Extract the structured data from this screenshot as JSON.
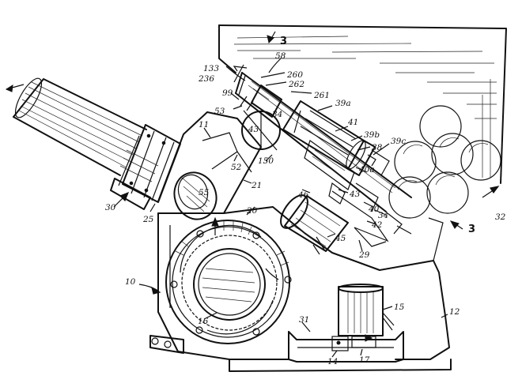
{
  "labels": {
    "l3a": "3",
    "l3b": "3",
    "l58": "58",
    "l133": "133",
    "l236": "236",
    "l260": "260",
    "l262": "262",
    "l261": "261",
    "l99": "99",
    "l39a": "39a",
    "l53": "53",
    "l11": "11",
    "l43a": "43",
    "l34a": "34",
    "l41": "41",
    "l39b": "39b",
    "l38": "38",
    "l39c": "39c",
    "l52": "52",
    "l150": "150",
    "l40a": "40a",
    "l55": "55",
    "l21": "21",
    "l46": "46",
    "l43b": "43",
    "l40": "40",
    "l34b": "34",
    "l42": "42",
    "l32": "32",
    "l30": "30",
    "l25": "25",
    "l20": "20",
    "l45": "45",
    "l29": "29",
    "l10": "10",
    "l15": "15",
    "l12": "12",
    "l16": "16",
    "l31": "31",
    "l14": "14",
    "l17": "17"
  }
}
